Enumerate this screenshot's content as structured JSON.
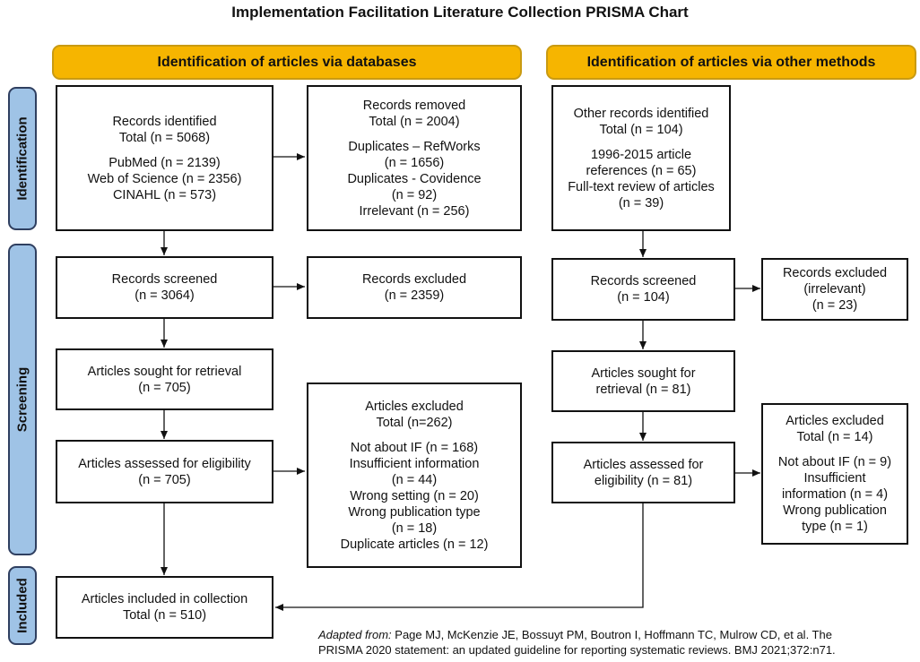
{
  "title": "Implementation Facilitation Literature Collection PRISMA Chart",
  "banners": {
    "databases": "Identification of articles via databases",
    "other": "Identification of articles via other methods"
  },
  "phases": {
    "identification": "Identification",
    "screening": "Screening",
    "included": "Included"
  },
  "boxes": {
    "records_identified": {
      "heading": [
        "Records identified",
        "Total (n = 5068)"
      ],
      "details": [
        "PubMed (n = 2139)",
        "Web of Science (n = 2356)",
        "CINAHL (n = 573)"
      ]
    },
    "records_removed": {
      "heading": [
        "Records removed",
        "Total (n = 2004)"
      ],
      "details": [
        "Duplicates – RefWorks",
        "(n = 1656)",
        "Duplicates - Covidence",
        "(n = 92)",
        "Irrelevant (n = 256)"
      ]
    },
    "other_identified": {
      "heading": [
        "Other records identified",
        "Total (n = 104)"
      ],
      "details": [
        "1996-2015 article",
        "references (n = 65)",
        "Full-text review of articles",
        "(n = 39)"
      ]
    },
    "db_screened": {
      "lines": [
        "Records screened",
        "(n = 3064)"
      ]
    },
    "db_excluded": {
      "lines": [
        "Records excluded",
        "(n = 2359)"
      ]
    },
    "other_screened": {
      "lines": [
        "Records screened",
        "(n = 104)"
      ]
    },
    "other_excluded": {
      "lines": [
        "Records excluded",
        "(irrelevant)",
        "(n = 23)"
      ]
    },
    "db_sought": {
      "lines": [
        "Articles sought for retrieval",
        "(n = 705)"
      ]
    },
    "db_assessed": {
      "lines": [
        "Articles assessed for eligibility",
        "(n = 705)"
      ]
    },
    "db_articles_excluded": {
      "heading": [
        "Articles excluded",
        "Total (n=262)"
      ],
      "details": [
        "Not about IF (n = 168)",
        "Insufficient information",
        "(n = 44)",
        "Wrong setting (n = 20)",
        "Wrong publication type",
        "(n = 18)",
        "Duplicate articles (n = 12)"
      ]
    },
    "other_sought": {
      "lines": [
        "Articles sought for",
        "retrieval (n = 81)"
      ]
    },
    "other_assessed": {
      "lines": [
        "Articles assessed for",
        "eligibility (n = 81)"
      ]
    },
    "other_articles_excluded": {
      "heading": [
        "Articles excluded",
        "Total (n = 14)"
      ],
      "details": [
        "Not about IF (n = 9)",
        "Insufficient",
        "information (n = 4)",
        "Wrong publication",
        "type (n = 1)"
      ]
    },
    "included": {
      "lines": [
        "Articles included in collection",
        "Total (n = 510)"
      ]
    }
  },
  "footnote": {
    "prefix": "Adapted from:",
    "line1": " Page MJ, McKenzie JE, Bossuyt PM, Boutron I, Hoffmann TC, Mulrow CD, et al. The",
    "line2": "PRISMA 2020 statement: an updated guideline for reporting systematic reviews. BMJ 2021;372:n71."
  },
  "colors": {
    "banner_fill": "#f6b500",
    "phase_fill": "#9fc3e6",
    "phase_border": "#2f3f60",
    "box_border": "#111111"
  }
}
